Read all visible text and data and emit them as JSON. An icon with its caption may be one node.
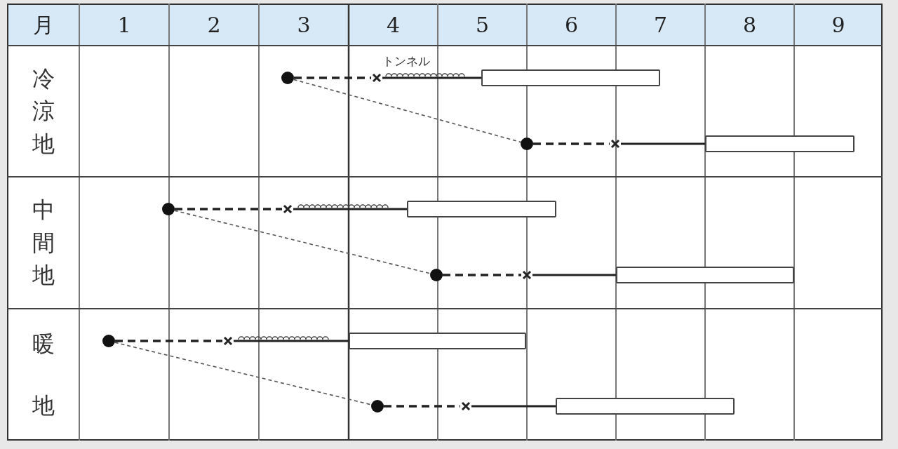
{
  "diagram": {
    "nodes": [
      {
        "text": [],
        "shape": "circle"
      },
      {
        "text": [],
        "shape": "cross"
      },
      {
        "text": [],
        "shape": "bar"
      },
      {
        "text": [],
        "shape": "circle"
      },
      {
        "text": [],
        "shape": "cross"
      },
      {
        "text": [],
        "shape": "bar"
      },
      {
        "text": [],
        "shape": "circle"
      },
      {
        "text": [],
        "shape": "cross"
      },
      {
        "text": [],
        "shape": "bar"
      },
      {
        "text": [],
        "shape": "circle"
      },
      {
        "text": [],
        "shape": "cross"
      },
      {
        "text": [],
        "shape": "bar"
      },
      {
        "text": [],
        "shape": "circle"
      },
      {
        "text": [],
        "shape": "cross"
      },
      {
        "text": [],
        "shape": "bar"
      },
      {
        "text": [],
        "shape": "circle"
      },
      {
        "text": [],
        "shape": "cross"
      },
      {
        "text": [],
        "shape": "bar"
      }
    ],
    "edges": [
      {
        "from": 0,
        "to": 1,
        "arrow": "none",
        "style": "dashed"
      },
      {
        "from": 1,
        "to": 2,
        "arrow": "none"
      },
      {
        "from": 0,
        "to": 3,
        "arrow": "none",
        "style": "dashed",
        "color": "#555555"
      },
      {
        "from": 3,
        "to": 4,
        "arrow": "none",
        "style": "dashed"
      },
      {
        "from": 4,
        "to": 5,
        "arrow": "none"
      },
      {
        "from": 6,
        "to": 7,
        "arrow": "none",
        "style": "dashed"
      },
      {
        "from": 7,
        "to": 8,
        "arrow": "none"
      },
      {
        "from": 6,
        "to": 9,
        "arrow": "none",
        "style": "dashed",
        "color": "#555555"
      },
      {
        "from": 9,
        "to": 10,
        "arrow": "none",
        "style": "dashed"
      },
      {
        "from": 10,
        "to": 11,
        "arrow": "none"
      },
      {
        "from": 12,
        "to": 13,
        "arrow": "none",
        "style": "dashed"
      },
      {
        "from": 13,
        "to": 14,
        "arrow": "none"
      },
      {
        "from": 12,
        "to": 15,
        "arrow": "none",
        "style": "dashed",
        "color": "#555555"
      },
      {
        "from": 15,
        "to": 16,
        "arrow": "none",
        "style": "dashed"
      },
      {
        "from": 16,
        "to": 17,
        "arrow": "none"
      }
    ],
    "labels": [
      "月",
      "1",
      "2",
      "3",
      "4",
      "5",
      "6",
      "7",
      "8",
      "9",
      "冷涼地",
      "トンネル",
      "中間地",
      "暖地"
    ]
  }
}
